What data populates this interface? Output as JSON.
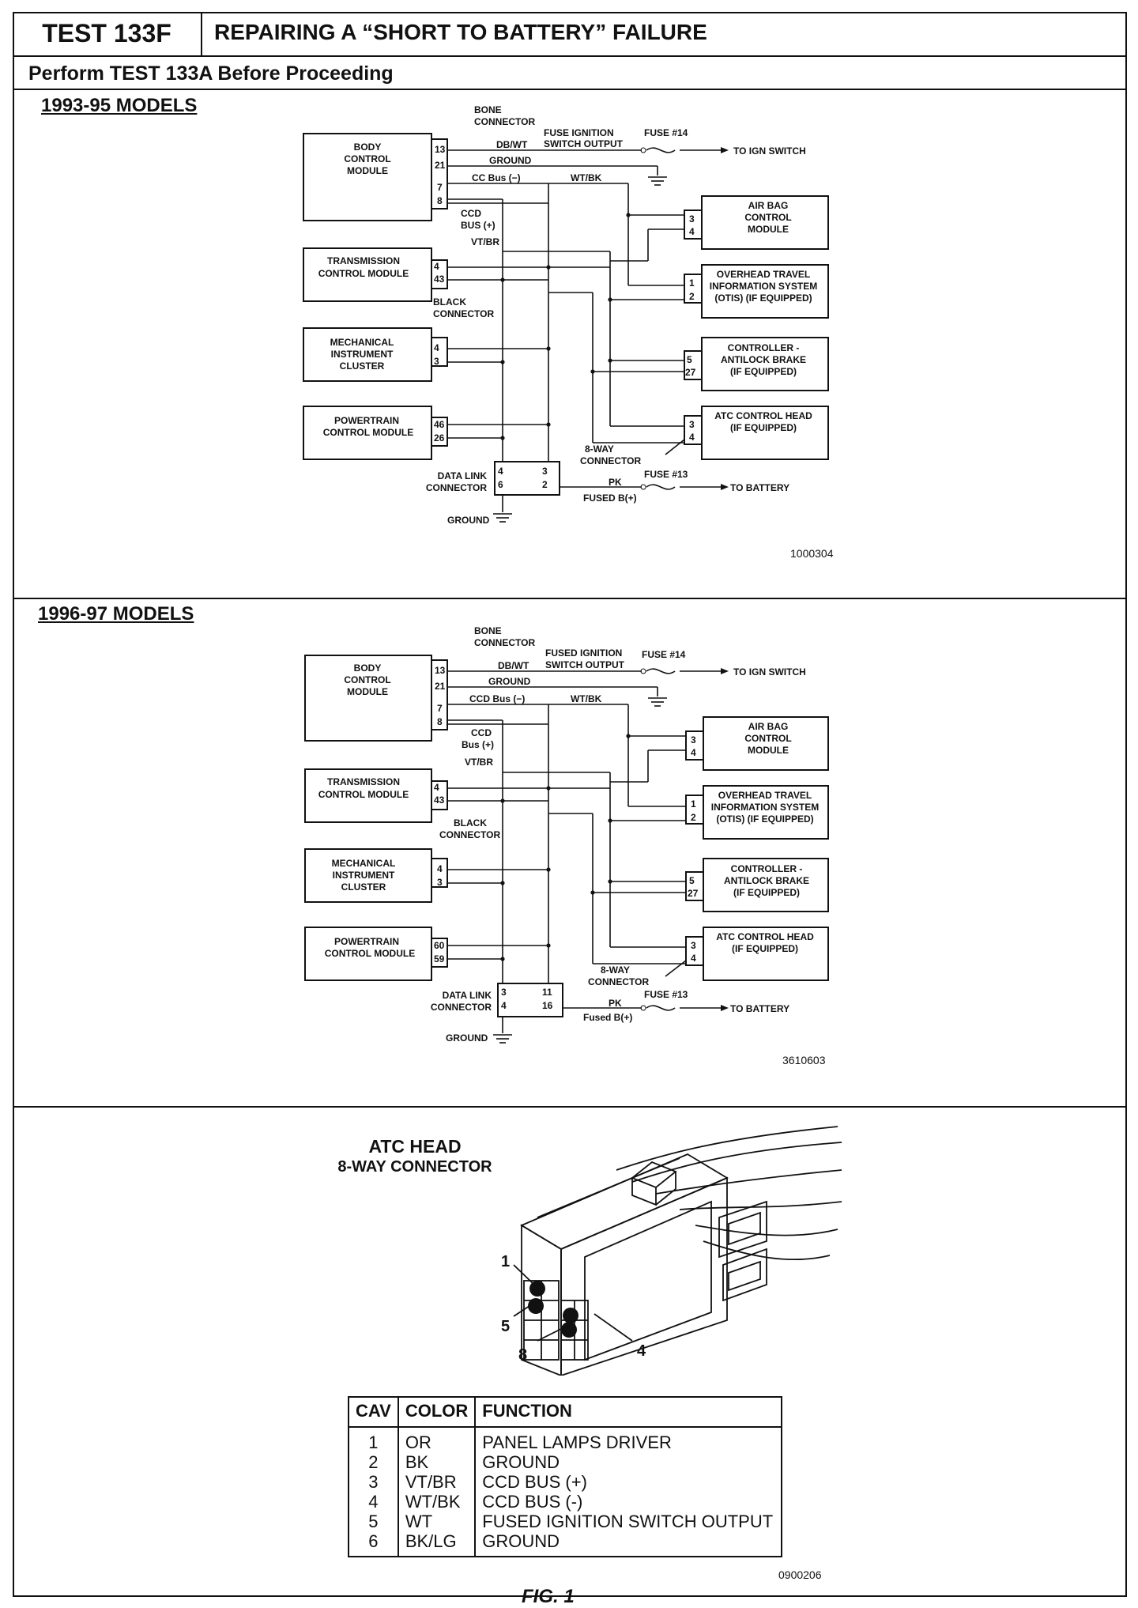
{
  "header": {
    "test_id": "TEST 133F",
    "title": "REPAIRING A “SHORT TO BATTERY” FAILURE",
    "subheading": "Perform TEST 133A Before Proceeding"
  },
  "diagram_1993": {
    "section_title": "1993-95 MODELS",
    "figure_id": "1000304",
    "modules": {
      "bcm": [
        "BODY",
        "CONTROL",
        "MODULE"
      ],
      "tcm": [
        "TRANSMISSION",
        "CONTROL MODULE"
      ],
      "mic": [
        "MECHANICAL",
        "INSTRUMENT",
        "CLUSTER"
      ],
      "pcm": [
        "POWERTRAIN",
        "CONTROL MODULE"
      ],
      "airbag": [
        "AIR BAG",
        "CONTROL",
        "MODULE"
      ],
      "otis": [
        "OVERHEAD TRAVEL",
        "INFORMATION SYSTEM",
        "(OTIS) (IF EQUIPPED)"
      ],
      "abs": [
        "CONTROLLER -",
        "ANTILOCK BRAKE",
        "(IF EQUIPPED)"
      ],
      "atc": [
        "ATC CONTROL HEAD",
        "(IF EQUIPPED)"
      ],
      "dlc": [
        "DATA LINK",
        "CONNECTOR"
      ]
    },
    "pins": {
      "bcm": [
        "13",
        "21",
        "7",
        "8"
      ],
      "tcm": [
        "4",
        "43"
      ],
      "mic": [
        "4",
        "3"
      ],
      "pcm": [
        "46",
        "26"
      ],
      "airbag": [
        "3",
        "4"
      ],
      "otis": [
        "1",
        "2"
      ],
      "abs": [
        "5",
        "27"
      ],
      "atc": [
        "3",
        "4"
      ],
      "dlc": [
        "4",
        "6",
        "3",
        "2"
      ]
    },
    "labels": {
      "bone_connector": [
        "BONE",
        "CONNECTOR"
      ],
      "fused_ign": [
        "FUSE IGNITION",
        "SWITCH OUTPUT"
      ],
      "fuse14": "FUSE #14",
      "to_ign": "TO IGN SWITCH",
      "dbwt": "DB/WT",
      "ground": "GROUND",
      "ccd_minus": "CC Bus (−)",
      "wtbk": "WT/BK",
      "ccd_plus": [
        "CCD",
        "BUS (+)"
      ],
      "vtbr": "VT/BR",
      "black_conn": [
        "BLACK",
        "CONNECTOR"
      ],
      "eight_way": [
        "8-WAY",
        "CONNECTOR"
      ],
      "pk": "PK",
      "fused_b": "FUSED B(+)",
      "fuse13": "FUSE #13",
      "to_battery": "TO BATTERY",
      "ground_bottom": "GROUND"
    }
  },
  "diagram_1996": {
    "section_title": "1996-97 MODELS",
    "figure_id": "3610603",
    "modules": {
      "bcm": [
        "BODY",
        "CONTROL",
        "MODULE"
      ],
      "tcm": [
        "TRANSMISSION",
        "CONTROL MODULE"
      ],
      "mic": [
        "MECHANICAL",
        "INSTRUMENT",
        "CLUSTER"
      ],
      "pcm": [
        "POWERTRAIN",
        "CONTROL MODULE"
      ],
      "airbag": [
        "AIR BAG",
        "CONTROL",
        "MODULE"
      ],
      "otis": [
        "OVERHEAD TRAVEL",
        "INFORMATION SYSTEM",
        "(OTIS) (IF EQUIPPED)"
      ],
      "abs": [
        "CONTROLLER -",
        "ANTILOCK BRAKE",
        "(IF EQUIPPED)"
      ],
      "atc": [
        "ATC CONTROL HEAD",
        "(IF EQUIPPED)"
      ],
      "dlc": [
        "DATA LINK",
        "CONNECTOR"
      ]
    },
    "pins": {
      "bcm": [
        "13",
        "21",
        "7",
        "8"
      ],
      "tcm": [
        "4",
        "43"
      ],
      "mic": [
        "4",
        "3"
      ],
      "pcm": [
        "60",
        "59"
      ],
      "airbag": [
        "3",
        "4"
      ],
      "otis": [
        "1",
        "2"
      ],
      "abs": [
        "5",
        "27"
      ],
      "atc": [
        "3",
        "4"
      ],
      "dlc": [
        "3",
        "4",
        "11",
        "16"
      ]
    },
    "labels": {
      "bone_connector": [
        "BONE",
        "CONNECTOR"
      ],
      "fused_ign": [
        "FUSED IGNITION",
        "SWITCH OUTPUT"
      ],
      "fuse14": "FUSE #14",
      "to_ign": "TO IGN SWITCH",
      "dbwt": "DB/WT",
      "ground": "GROUND",
      "ccd_minus": "CCD Bus (−)",
      "wtbk": "WT/BK",
      "ccd_plus": [
        "CCD",
        "Bus (+)"
      ],
      "vtbr": "VT/BR",
      "black_conn": [
        "BLACK",
        "CONNECTOR"
      ],
      "eight_way": [
        "8-WAY",
        "CONNECTOR"
      ],
      "pk": "PK",
      "fused_b": "Fused B(+)",
      "fuse13": "FUSE #13",
      "to_battery": "TO BATTERY",
      "ground_bottom": "GROUND"
    }
  },
  "atc_section": {
    "title": "ATC HEAD",
    "subtitle": "8-WAY CONNECTOR",
    "cavity_callouts": [
      "1",
      "5",
      "8",
      "4"
    ],
    "figure_id": "0900206",
    "figure_caption": "FIG. 1"
  },
  "cav_table": {
    "headers": [
      "CAV",
      "COLOR",
      "FUNCTION"
    ],
    "rows": [
      [
        "1",
        "OR",
        "PANEL LAMPS DRIVER"
      ],
      [
        "2",
        "BK",
        "GROUND"
      ],
      [
        "3",
        "VT/BR",
        "CCD BUS (+)"
      ],
      [
        "4",
        "WT/BK",
        "CCD BUS (-)"
      ],
      [
        "5",
        "WT",
        "FUSED IGNITION SWITCH OUTPUT"
      ],
      [
        "6",
        "BK/LG",
        "GROUND"
      ]
    ]
  }
}
